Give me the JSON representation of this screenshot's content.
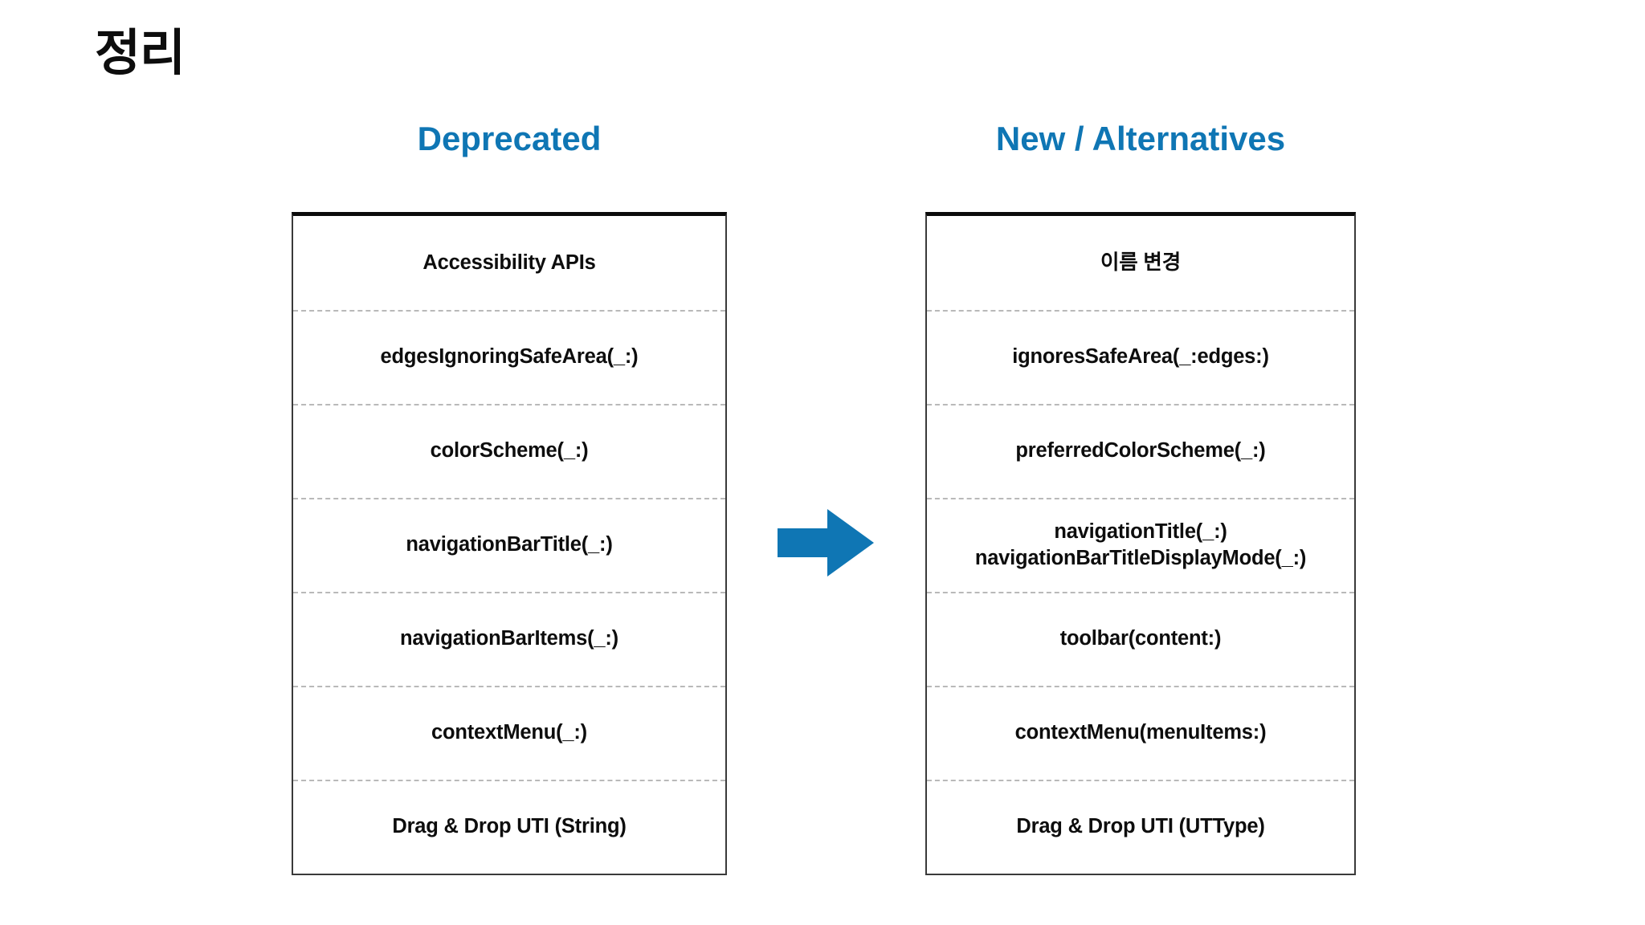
{
  "slide": {
    "title": "정리",
    "accent_color": "#0f76b4",
    "text_color": "#0d0d0d",
    "background_color": "#ffffff"
  },
  "columns": {
    "left": {
      "header": "Deprecated",
      "rows": [
        {
          "text": "Accessibility APIs"
        },
        {
          "text": "edgesIgnoringSafeArea(_:)"
        },
        {
          "text": "colorScheme(_:)"
        },
        {
          "text": "navigationBarTitle(_:)"
        },
        {
          "text": "navigationBarItems(_:)"
        },
        {
          "text": "contextMenu(_:)"
        },
        {
          "text": "Drag & Drop UTI (String)"
        }
      ]
    },
    "right": {
      "header": "New / Alternatives",
      "rows": [
        {
          "text": "이름 변경"
        },
        {
          "text": "ignoresSafeArea(_:edges:)"
        },
        {
          "text": "preferredColorScheme(_:)"
        },
        {
          "line1": "navigationTitle(_:)",
          "line2": "navigationBarTitleDisplayMode(_:)"
        },
        {
          "text": "toolbar(content:)"
        },
        {
          "text": "contextMenu(menuItems:)"
        },
        {
          "text": "Drag & Drop UTI (UTType)"
        }
      ]
    }
  },
  "arrow": {
    "direction": "right",
    "color": "#0f76b4",
    "icon": "right-arrow-icon"
  }
}
